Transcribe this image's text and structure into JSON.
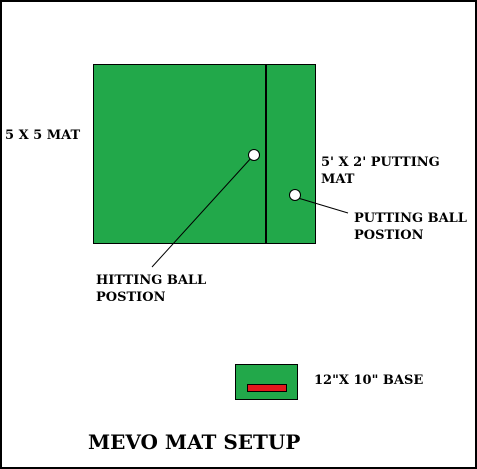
{
  "labels": {
    "mat_5x5": "5 X 5 MAT",
    "putting_mat_line1": "5' X 2' PUTTING",
    "putting_mat_line2": "MAT",
    "putting_ball_line1": "PUTTING BALL",
    "putting_ball_line2": "POSTION",
    "hitting_ball_line1": "HITTING BALL",
    "hitting_ball_line2": "POSTION",
    "base": "12\"X 10\" BASE",
    "title": "MEVO MAT SETUP"
  },
  "colors": {
    "mat_green": "#22a84a",
    "base_bar_red": "#e3181d",
    "ball_white": "#ffffff",
    "outline_black": "#000000",
    "background": "#ffffff"
  }
}
